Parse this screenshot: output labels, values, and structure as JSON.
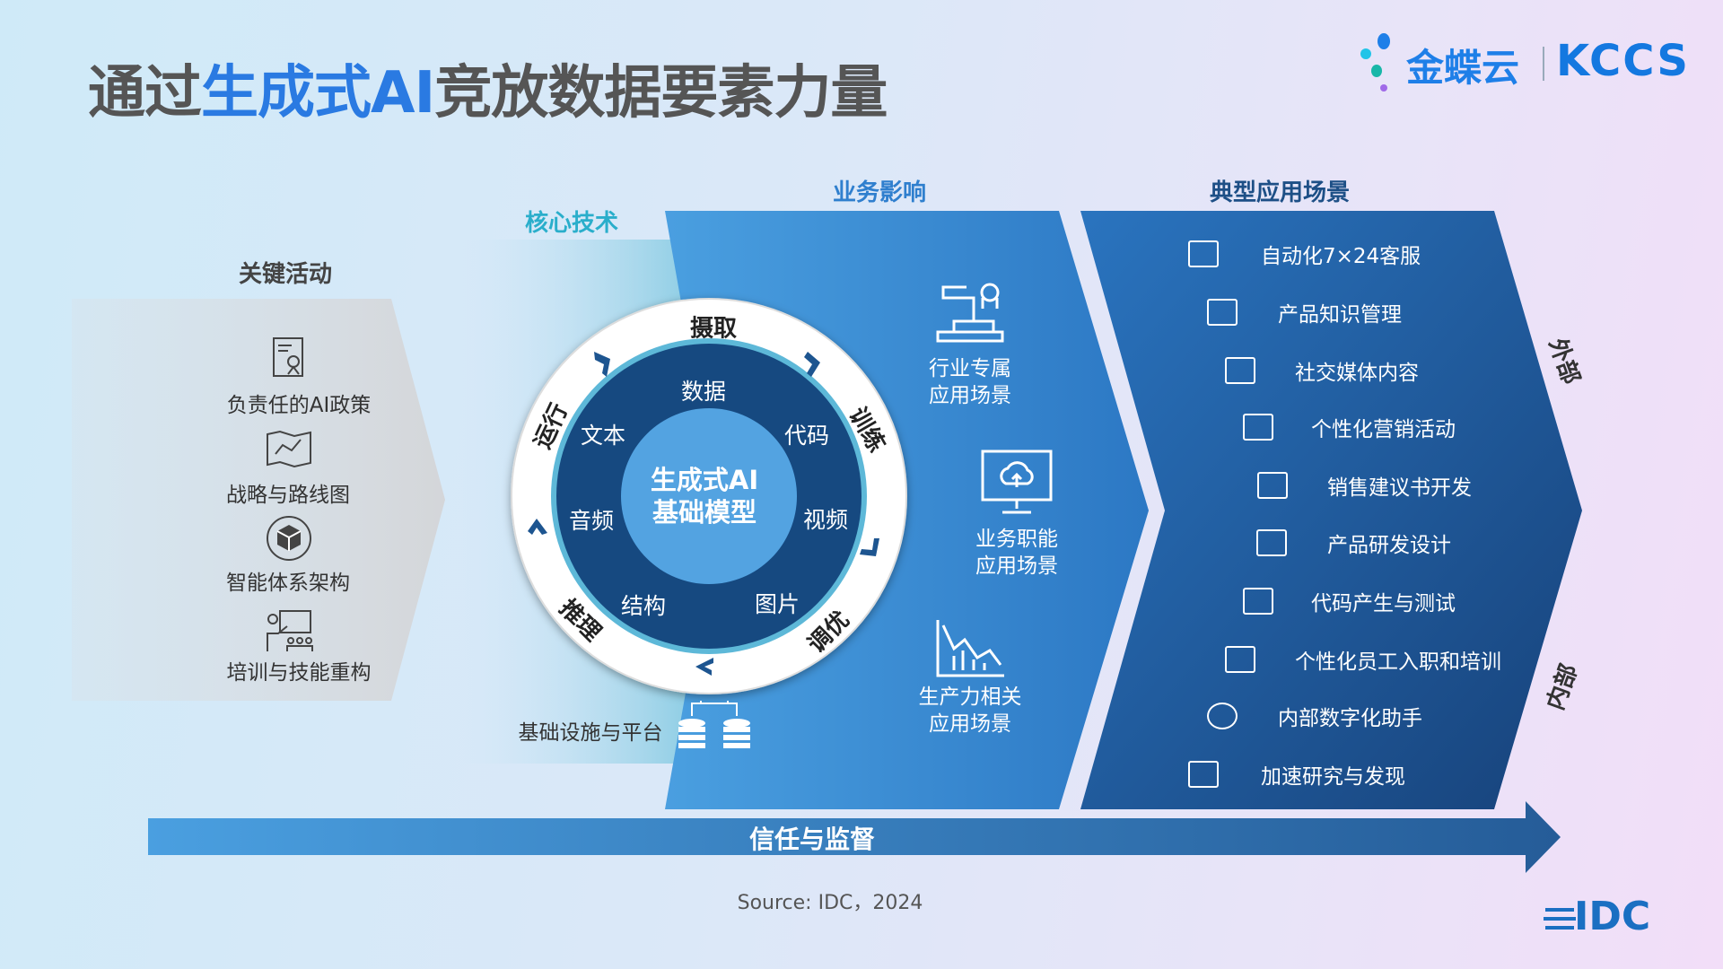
{
  "title": {
    "part1": "通过",
    "highlight": "生成式AI",
    "part2": "竞放数据要素力量"
  },
  "logo": {
    "brand": "金蝶云",
    "product": "KCCS"
  },
  "sections": {
    "key_activities": "关键活动",
    "core_tech": "核心技术",
    "business_impact": "业务影响",
    "typical_scenarios": "典型应用场景"
  },
  "key_activities": [
    {
      "icon": "policy-document-icon",
      "label": "负责任的AI政策"
    },
    {
      "icon": "roadmap-icon",
      "label": "战略与路线图"
    },
    {
      "icon": "architecture-cube-icon",
      "label": "智能体系架构"
    },
    {
      "icon": "training-icon",
      "label": "培训与技能重构"
    }
  ],
  "core": {
    "center_line1": "生成式AI",
    "center_line2": "基础模型",
    "ring": [
      "摄取",
      "训练",
      "调优",
      "推理",
      "运行"
    ],
    "modalities": [
      "数据",
      "代码",
      "视频",
      "图片",
      "结构",
      "音频",
      "文本"
    ],
    "infra": "基础设施与平台"
  },
  "business": [
    {
      "icon": "robot-arm-icon",
      "line1": "行业专属",
      "line2": "应用场景"
    },
    {
      "icon": "cloud-monitor-icon",
      "line1": "业务职能",
      "line2": "应用场景"
    },
    {
      "icon": "productivity-chart-icon",
      "line1": "生产力相关",
      "line2": "应用场景"
    }
  ],
  "scenarios": [
    {
      "icon": "code-window-icon",
      "label": "自动化7×24客服"
    },
    {
      "icon": "book-icon",
      "label": "产品知识管理"
    },
    {
      "icon": "people-group-icon",
      "label": "社交媒体内容"
    },
    {
      "icon": "marketing-person-icon",
      "label": "个性化营销活动"
    },
    {
      "icon": "handshake-icon",
      "label": "销售建议书开发"
    },
    {
      "icon": "binary-monitor-icon",
      "label": "产品研发设计"
    },
    {
      "icon": "code-search-icon",
      "label": "代码产生与测试"
    },
    {
      "icon": "onboarding-icon",
      "label": "个性化员工入职和培训"
    },
    {
      "icon": "globe-icon",
      "label": "内部数字化助手"
    },
    {
      "icon": "research-nodes-icon",
      "label": "加速研究与发现"
    }
  ],
  "scope": {
    "external": "外部",
    "internal": "内部"
  },
  "trust_bar": "信任与监督",
  "source": "Source: IDC，2024",
  "idc_logo": "IDC",
  "colors": {
    "accent": "#2a7ae2",
    "dark_blue": "#174a80",
    "mid_blue": "#3f8fd6",
    "teal": "#3fb0cf"
  }
}
